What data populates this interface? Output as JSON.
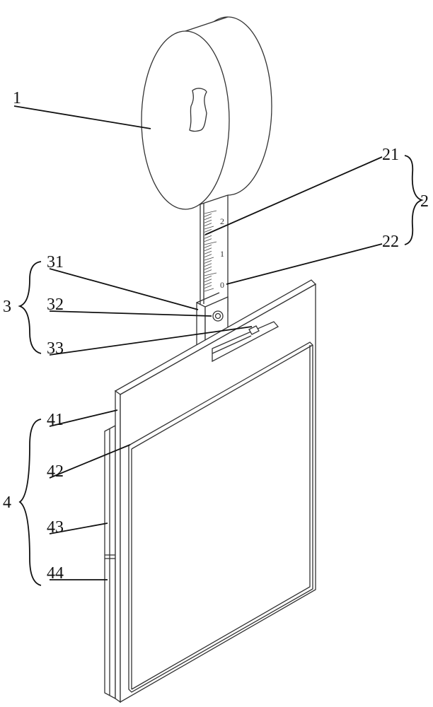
{
  "figure": {
    "ruler_scale": [
      "2",
      "1",
      "0"
    ],
    "labels": {
      "l1": "1",
      "l2": "2",
      "l21": "21",
      "l22": "22",
      "l3": "3",
      "l31": "31",
      "l32": "32",
      "l33": "33",
      "l4": "4",
      "l41": "41",
      "l42": "42",
      "l43": "43",
      "l44": "44"
    }
  }
}
